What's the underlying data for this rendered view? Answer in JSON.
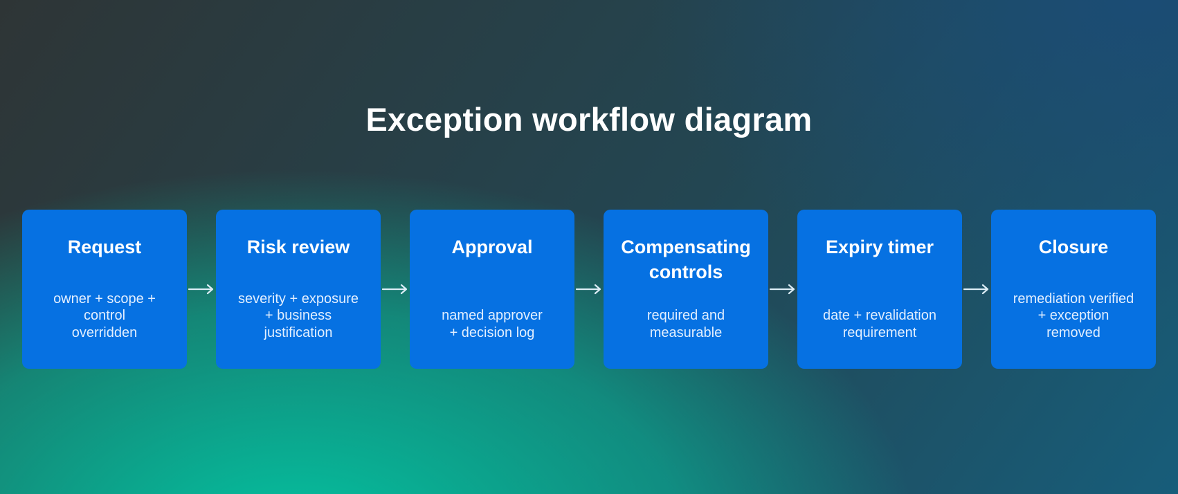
{
  "title": "Exception workflow diagram",
  "steps": [
    {
      "title": "Request",
      "description": "owner + scope +\ncontrol\noverridden"
    },
    {
      "title": "Risk review",
      "description": "severity + exposure\n+ business\njustification"
    },
    {
      "title": "Approval",
      "description": "named approver\n+ decision log"
    },
    {
      "title": "Compensating controls",
      "description": "required and\nmeasurable"
    },
    {
      "title": "Expiry timer",
      "description": "date + revalidation\nrequirement"
    },
    {
      "title": "Closure",
      "description": "remediation verified\n+ exception\nremoved"
    }
  ],
  "colors": {
    "step_box": "#0671e2",
    "step_title_text": "#ffffff",
    "step_body_text": "#e2efff",
    "title_text": "#ffffff",
    "arrow": "#dcedf6",
    "bg_top_left": "#2e3536",
    "bg_top_right": "#1b4c74",
    "bg_bottom_left": "#04c2a0",
    "bg_bottom_right": "#175d7a"
  }
}
